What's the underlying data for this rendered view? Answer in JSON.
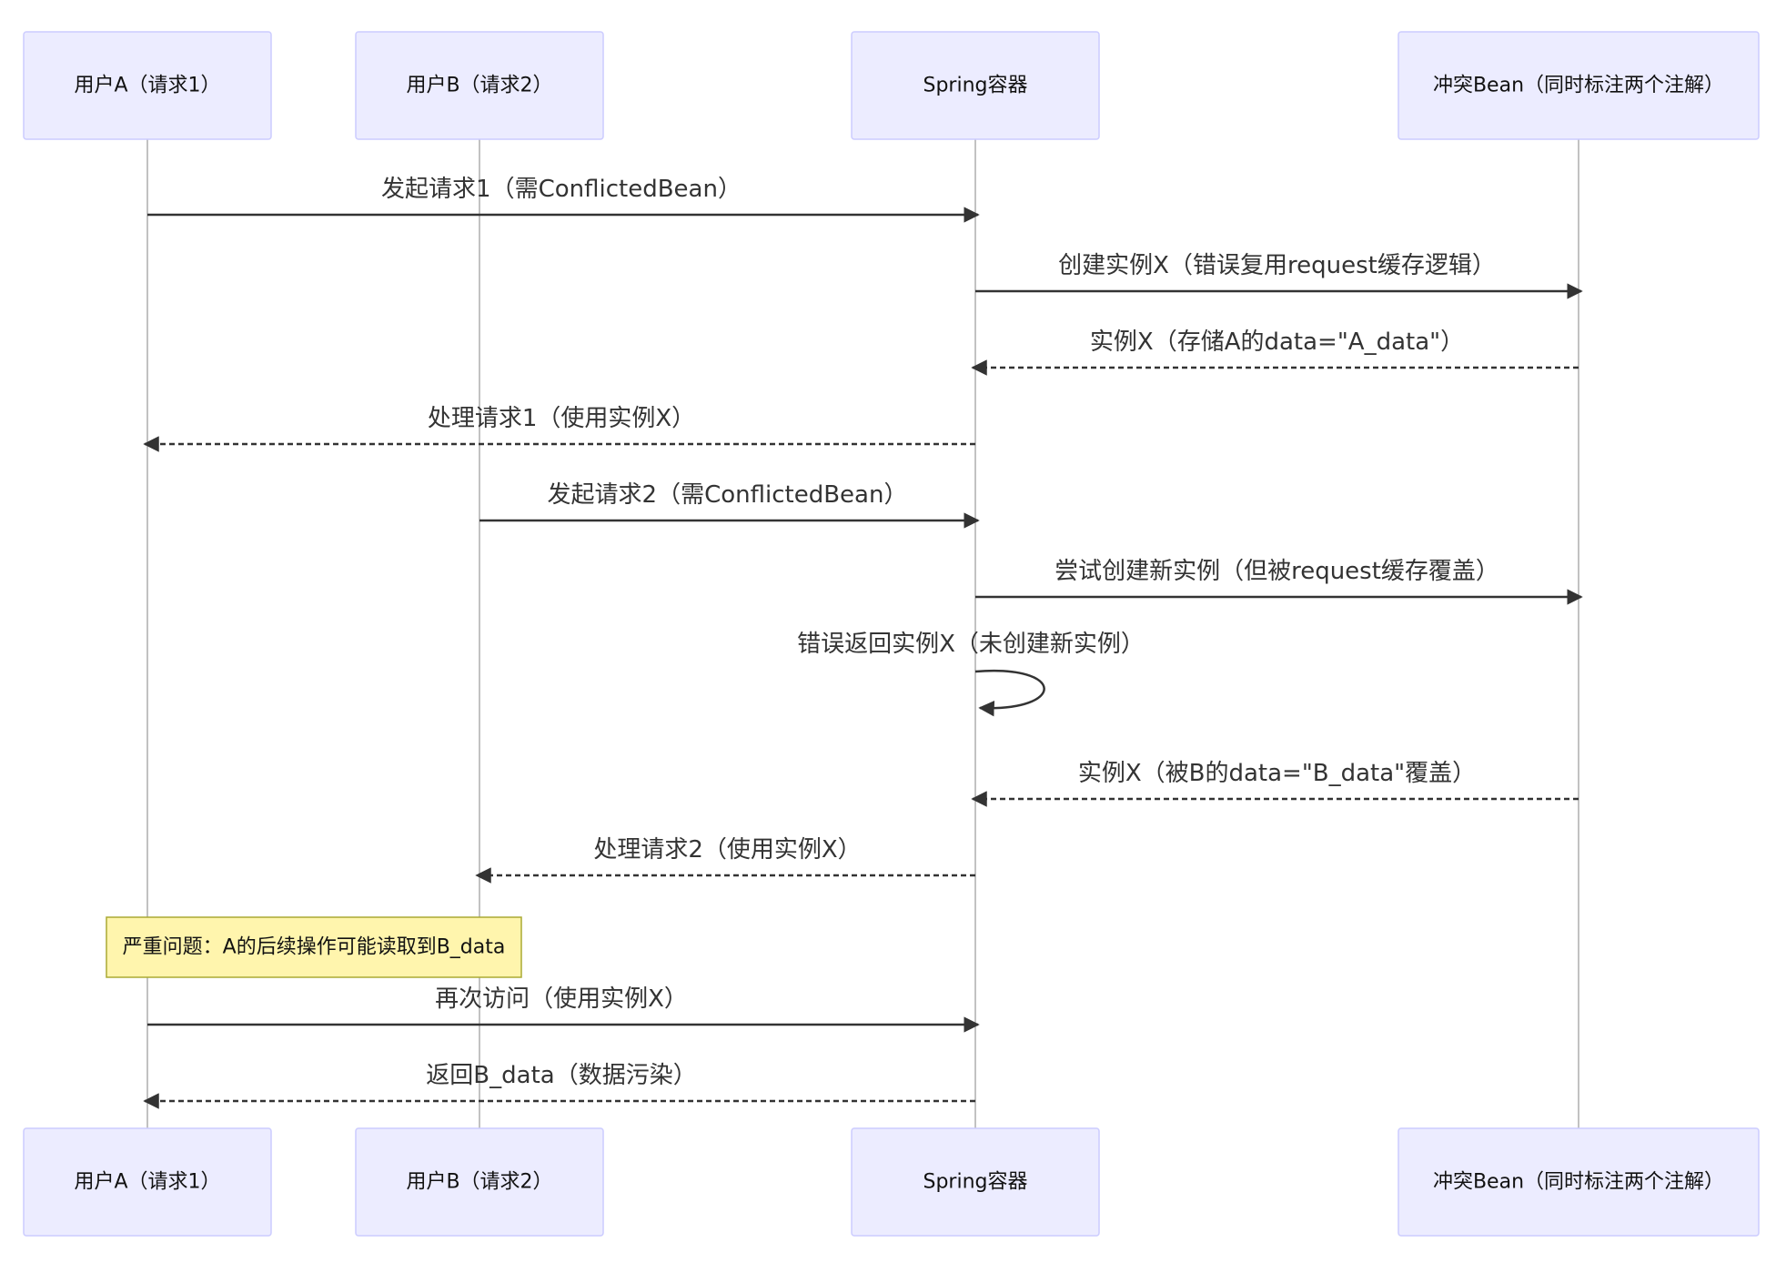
{
  "actors": [
    {
      "id": "A",
      "label": "用户A（请求1）"
    },
    {
      "id": "B",
      "label": "用户B（请求2）"
    },
    {
      "id": "S",
      "label": "Spring容器"
    },
    {
      "id": "C",
      "label": "冲突Bean（同时标注两个注解）"
    }
  ],
  "messages": [
    {
      "from": "A",
      "to": "S",
      "label": "发起请求1（需ConflictedBean）",
      "style": "solid"
    },
    {
      "from": "S",
      "to": "C",
      "label": "创建实例X（错误复用request缓存逻辑）",
      "style": "solid"
    },
    {
      "from": "C",
      "to": "S",
      "label": "实例X（存储A的data=\"A_data\"）",
      "style": "dashed"
    },
    {
      "from": "S",
      "to": "A",
      "label": "处理请求1（使用实例X）",
      "style": "dashed"
    },
    {
      "from": "B",
      "to": "S",
      "label": "发起请求2（需ConflictedBean）",
      "style": "solid"
    },
    {
      "from": "S",
      "to": "C",
      "label": "尝试创建新实例（但被request缓存覆盖）",
      "style": "solid"
    },
    {
      "from": "S",
      "to": "S",
      "label": "错误返回实例X（未创建新实例）",
      "style": "self"
    },
    {
      "from": "C",
      "to": "S",
      "label": "实例X（被B的data=\"B_data\"覆盖）",
      "style": "dashed"
    },
    {
      "from": "S",
      "to": "B",
      "label": "处理请求2（使用实例X）",
      "style": "dashed"
    },
    {
      "note": true,
      "over": [
        "A",
        "B"
      ],
      "label": "严重问题：A的后续操作可能读取到B_data"
    },
    {
      "from": "A",
      "to": "S",
      "label": "再次访问（使用实例X）",
      "style": "solid"
    },
    {
      "from": "S",
      "to": "A",
      "label": "返回B_data（数据污染）",
      "style": "dashed"
    }
  ],
  "colors": {
    "actor_fill": "#ECECFF",
    "actor_stroke": "#CCCCFF",
    "line": "#333333",
    "lifeline": "#999999",
    "note_fill": "#FFF5AD",
    "note_stroke": "#AAAA33"
  }
}
